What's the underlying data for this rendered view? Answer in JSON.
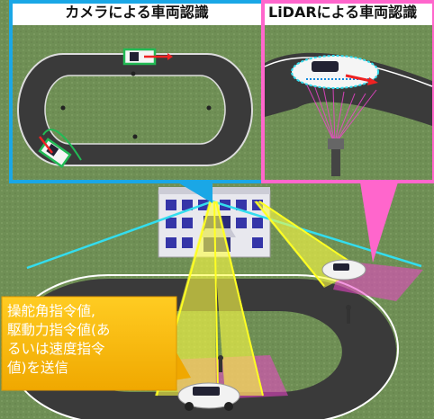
{
  "camera_panel": {
    "title": "カメラによる車両認識",
    "border_color": "#1aa7e6"
  },
  "lidar_panel": {
    "title": "LiDARによる車両認識",
    "border_color": "#ff66cc"
  },
  "callout": {
    "text": "操舵角指令値,\n駆動力指令値(あ\nるいは速度指令\n値)を送信",
    "fill_color": "#f5b400"
  },
  "colors": {
    "camera_beam": "#ffff33",
    "camera_line": "#33ddee",
    "lidar_beam": "#ee44cc",
    "ground": "#6f8f55",
    "track": "#3a3a3a"
  }
}
